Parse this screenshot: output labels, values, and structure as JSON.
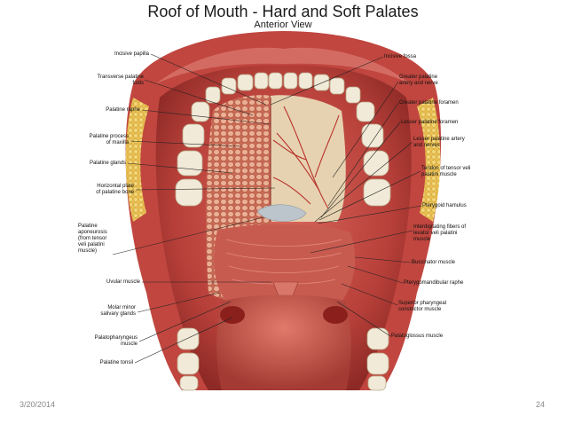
{
  "slide": {
    "title": "Roof of Mouth - Hard and Soft Palates",
    "subtitle": "Anterior View"
  },
  "labels": {
    "left": [
      "Incisive papilla",
      "Transverse palatine\nfolds",
      "Palatine raphe",
      "Palatine process\nof maxilla",
      "Palatine glands",
      "Horizontal plate\nof palatine bone",
      "Palatine\naponeurosis\n(from tensor\nveli palatini\nmuscle)",
      "Uvular muscle",
      "Molar minor\nsalivary glands",
      "Palatopharyngeus\nmuscle",
      "Palatine tonsil"
    ],
    "right": [
      "Incisive fossa",
      "Greater palatine\nartery and nerve",
      "Greater palatine foramen",
      "Lesser palatine foramen",
      "Lesser palatine artery\nand nerves",
      "Tendon of tensor veli\npalatini muscle",
      "Pterygoid hamulus",
      "Interdigitating fibers of\nlevator veli palatini\nmuscle",
      "Buccinator muscle",
      "Pterygomandibular raphe",
      "Superior pharyngeal\nconstrictor muscle",
      "Palatoglossus muscle"
    ]
  },
  "footer": {
    "date": "3/20/2014",
    "page": "24"
  },
  "colors": {
    "flesh": "#c9504a",
    "dark_cavity": "#8a1f1c",
    "tooth": "#f2ead8",
    "bone": "#e6d2b0",
    "gland": "#e8a88a",
    "fat": "#e9c35a"
  }
}
